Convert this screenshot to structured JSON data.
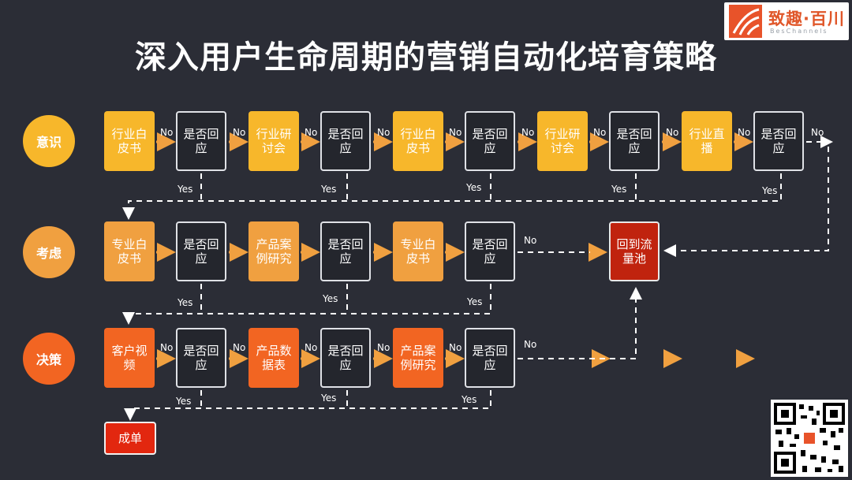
{
  "title": "深入用户生命周期的营销自动化培育策略",
  "logo": {
    "cn": "致趣·百川",
    "en": "BesChannels"
  },
  "stages": {
    "awareness": "意识",
    "consideration": "考虑",
    "decision": "决策"
  },
  "row1": [
    "行业白皮书",
    "是否回应",
    "行业研讨会",
    "是否回应",
    "行业白皮书",
    "是否回应",
    "行业研讨会",
    "是否回应",
    "行业直播",
    "是否回应"
  ],
  "row2": [
    "专业白皮书",
    "是否回应",
    "产品案例研究",
    "是否回应",
    "专业白皮书",
    "是否回应"
  ],
  "row3": [
    "客户视频",
    "是否回应",
    "产品数据表",
    "是否回应",
    "产品案例研究",
    "是否回应"
  ],
  "pool": "回到流量池",
  "done": "成单",
  "labels": {
    "no": "No",
    "yes": "Yes"
  },
  "colors": {
    "awareness": "#f7b72b",
    "consideration": "#f0a040",
    "decision": "#f26522",
    "pool": "#c0230e",
    "background": "#2b2d36"
  }
}
